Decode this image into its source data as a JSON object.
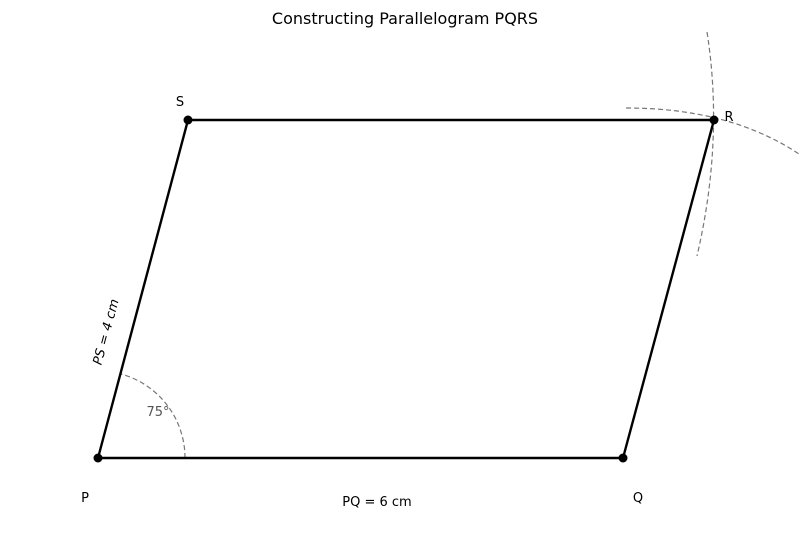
{
  "title": "Constructing Parallelogram PQRS",
  "vertices": {
    "P": "P",
    "Q": "Q",
    "R": "R",
    "S": "S"
  },
  "measurements": {
    "pq": "PQ = 6 cm",
    "ps": "PS = 4 cm",
    "angle": "75°"
  },
  "colors": {
    "sides": "#000000",
    "construction_arcs": "#777777",
    "angle_text": "#555555"
  }
}
